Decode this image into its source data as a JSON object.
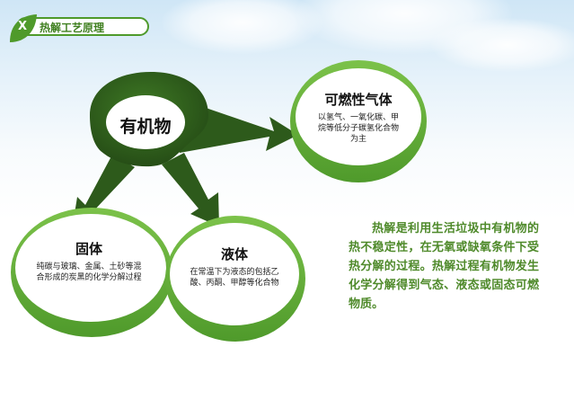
{
  "header": {
    "title": "热解工艺原理",
    "badge": "X"
  },
  "nodes": {
    "source": {
      "title": "有机物"
    },
    "gas": {
      "title": "可燃性气体",
      "desc": "以氢气、一氧化碳、甲烷等低分子碳氢化合物为主"
    },
    "solid": {
      "title": "固体",
      "desc": "纯碳与玻璃、金属、土砂等混合形成的炭黑的化学分解过程"
    },
    "liquid": {
      "title": "液体",
      "desc": "在常温下为液态的包括乙酸、丙酮、甲醇等化合物"
    }
  },
  "paragraph": "热解是利用生活垃圾中有机物的热不稳定性，在无氧或缺氧条件下受热分解的过程。热解过程有机物发生化学分解得到气态、液态或固态可燃物质。",
  "colors": {
    "dark_green": "#2d5a1b",
    "light_green": "#6cb33f",
    "text_green": "#4f8a2b"
  }
}
